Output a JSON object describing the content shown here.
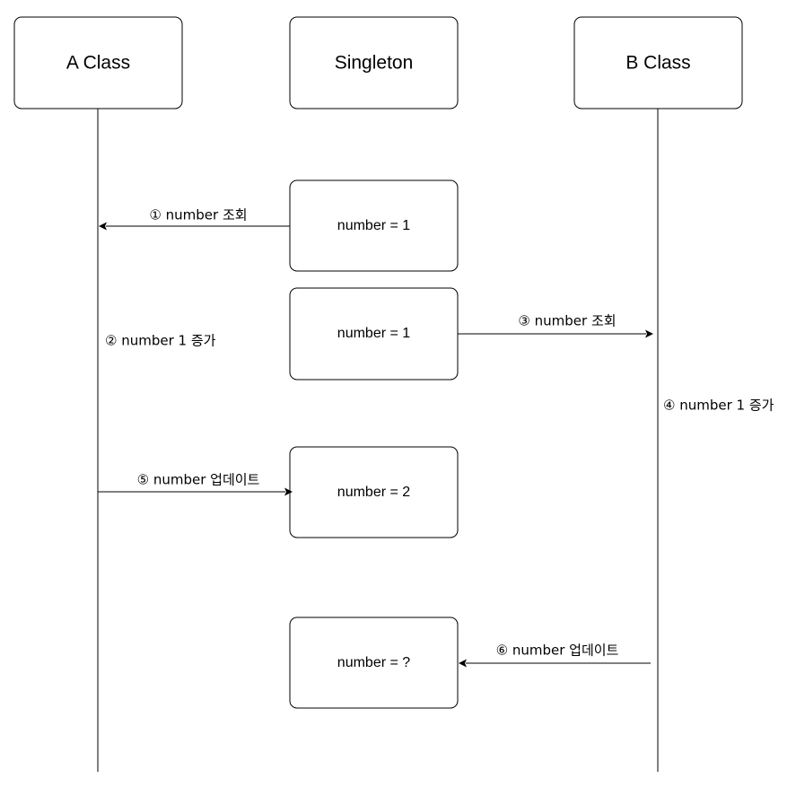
{
  "participants": {
    "a_class": "A Class",
    "singleton": "Singleton",
    "b_class": "B Class"
  },
  "states": [
    "number = 1",
    "number = 1",
    "number = 2",
    "number = ?"
  ],
  "messages": {
    "step1": "① number 조회",
    "step2": "② number 1 증가",
    "step3": "③ number 조회",
    "step4": "④ number 1 증가",
    "step5": "⑤ number 업데이트",
    "step6": "⑥ number 업데이트"
  },
  "colors": {
    "stroke": "#000000",
    "background": "#ffffff"
  }
}
